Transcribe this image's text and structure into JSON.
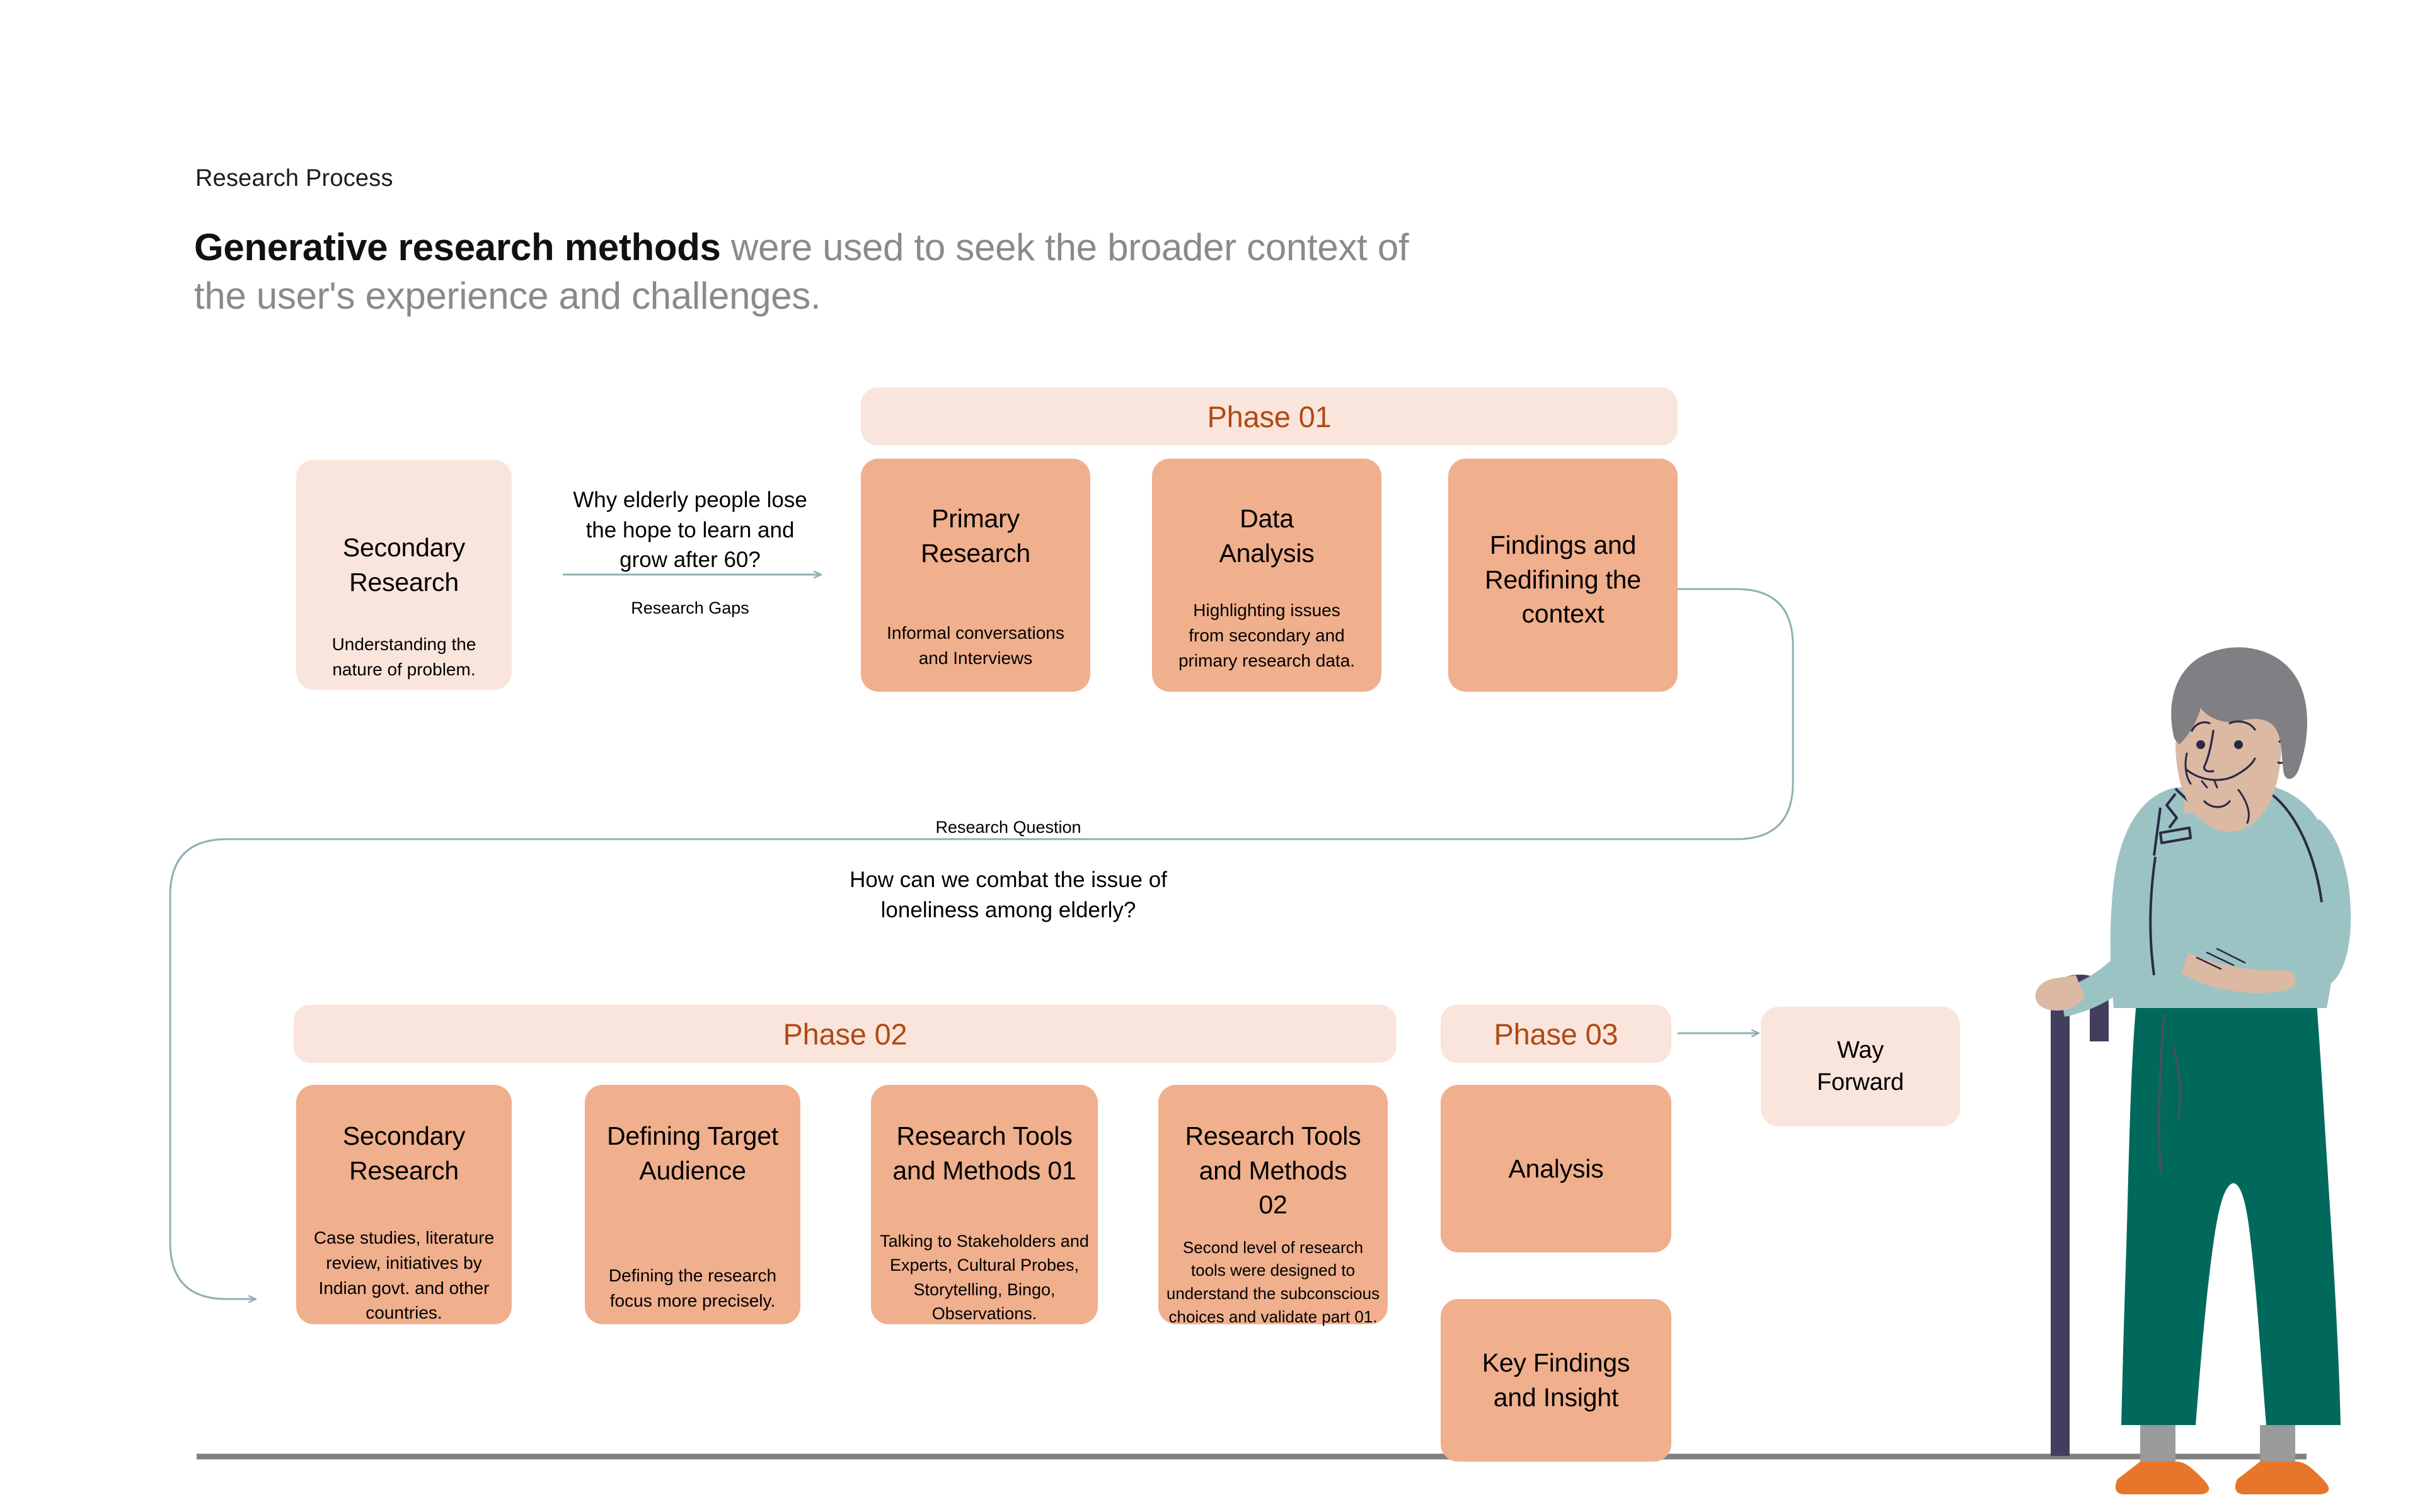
{
  "header": {
    "eyebrow": "Research Process",
    "headline_strong": "Generative research methods",
    "headline_rest": " were used to seek the broader context of the user's experience and challenges."
  },
  "colors": {
    "card_peach": "#f0af8d",
    "card_blush": "#fae5dc",
    "phase_label": "#b04a14",
    "connector": "#8fb0b4",
    "ground_line": "#808080",
    "text_primary": "#000000",
    "text_muted": "#8a8a8e"
  },
  "phases": {
    "phase01": {
      "label": "Phase 01"
    },
    "phase02": {
      "label": "Phase 02"
    },
    "phase03": {
      "label": "Phase 03"
    }
  },
  "intro_card": {
    "title": "Secondary\nResearch",
    "title_line1": "Secondary",
    "title_line2": "Research",
    "desc_line1": "Understanding the",
    "desc_line2": "nature of problem."
  },
  "gap_connector": {
    "question_line1": "Why elderly people lose",
    "question_line2": "the hope to learn and",
    "question_line3": "grow after 60?",
    "caption": "Research Gaps"
  },
  "research_question": {
    "caption": "Research Question",
    "question_line1": "How can we combat the issue of",
    "question_line2": "loneliness among elderly?"
  },
  "phase01_cards": [
    {
      "title_line1": "Primary",
      "title_line2": "Research",
      "desc_line1": "Informal conversations",
      "desc_line2": "and Interviews"
    },
    {
      "title_line1": "Data",
      "title_line2": "Analysis",
      "desc_line1": "Highlighting issues",
      "desc_line2": "from secondary and",
      "desc_line3": "primary research data."
    },
    {
      "title_line1": "Findings and",
      "title_line2": "Redifining the",
      "title_line3": "context",
      "desc_line1": ""
    }
  ],
  "phase02_cards": [
    {
      "title_line1": "Secondary",
      "title_line2": "Research",
      "desc_line1": "Case studies, literature",
      "desc_line2": "review, initiatives by",
      "desc_line3": "Indian govt. and other",
      "desc_line4": "countries."
    },
    {
      "title_line1": "Defining Target",
      "title_line2": "Audience",
      "desc_line1": "Defining the research",
      "desc_line2": "focus more precisely."
    },
    {
      "title_line1": "Research Tools",
      "title_line2": "and Methods 01",
      "desc_line1": "Talking to Stakeholders and",
      "desc_line2": "Experts, Cultural Probes,",
      "desc_line3": "Storytelling, Bingo,",
      "desc_line4": "Observations."
    },
    {
      "title_line1": "Research Tools",
      "title_line2": "and Methods",
      "title_line3": "02",
      "desc_line1": "Second level of research",
      "desc_line2": "tools were designed to",
      "desc_line3": "understand the subconscious",
      "desc_line4": "choices and validate part 01."
    }
  ],
  "phase03_cards": [
    {
      "title_line1": "Analysis"
    },
    {
      "title_line1": "Key Findings",
      "title_line2": "and Insight"
    }
  ],
  "way_forward": {
    "title_line1": "Way",
    "title_line2": "Forward"
  },
  "illustration": {
    "name": "elderly-man-with-cane",
    "hair": "#7f7f84",
    "skin": "#dcb9a3",
    "shirt": "#9cc3c4",
    "trousers": "#00695c",
    "socks": "#9a9a9a",
    "shoes": "#e8762a",
    "cane": "#413e5e",
    "outline": "#2a2a46"
  }
}
